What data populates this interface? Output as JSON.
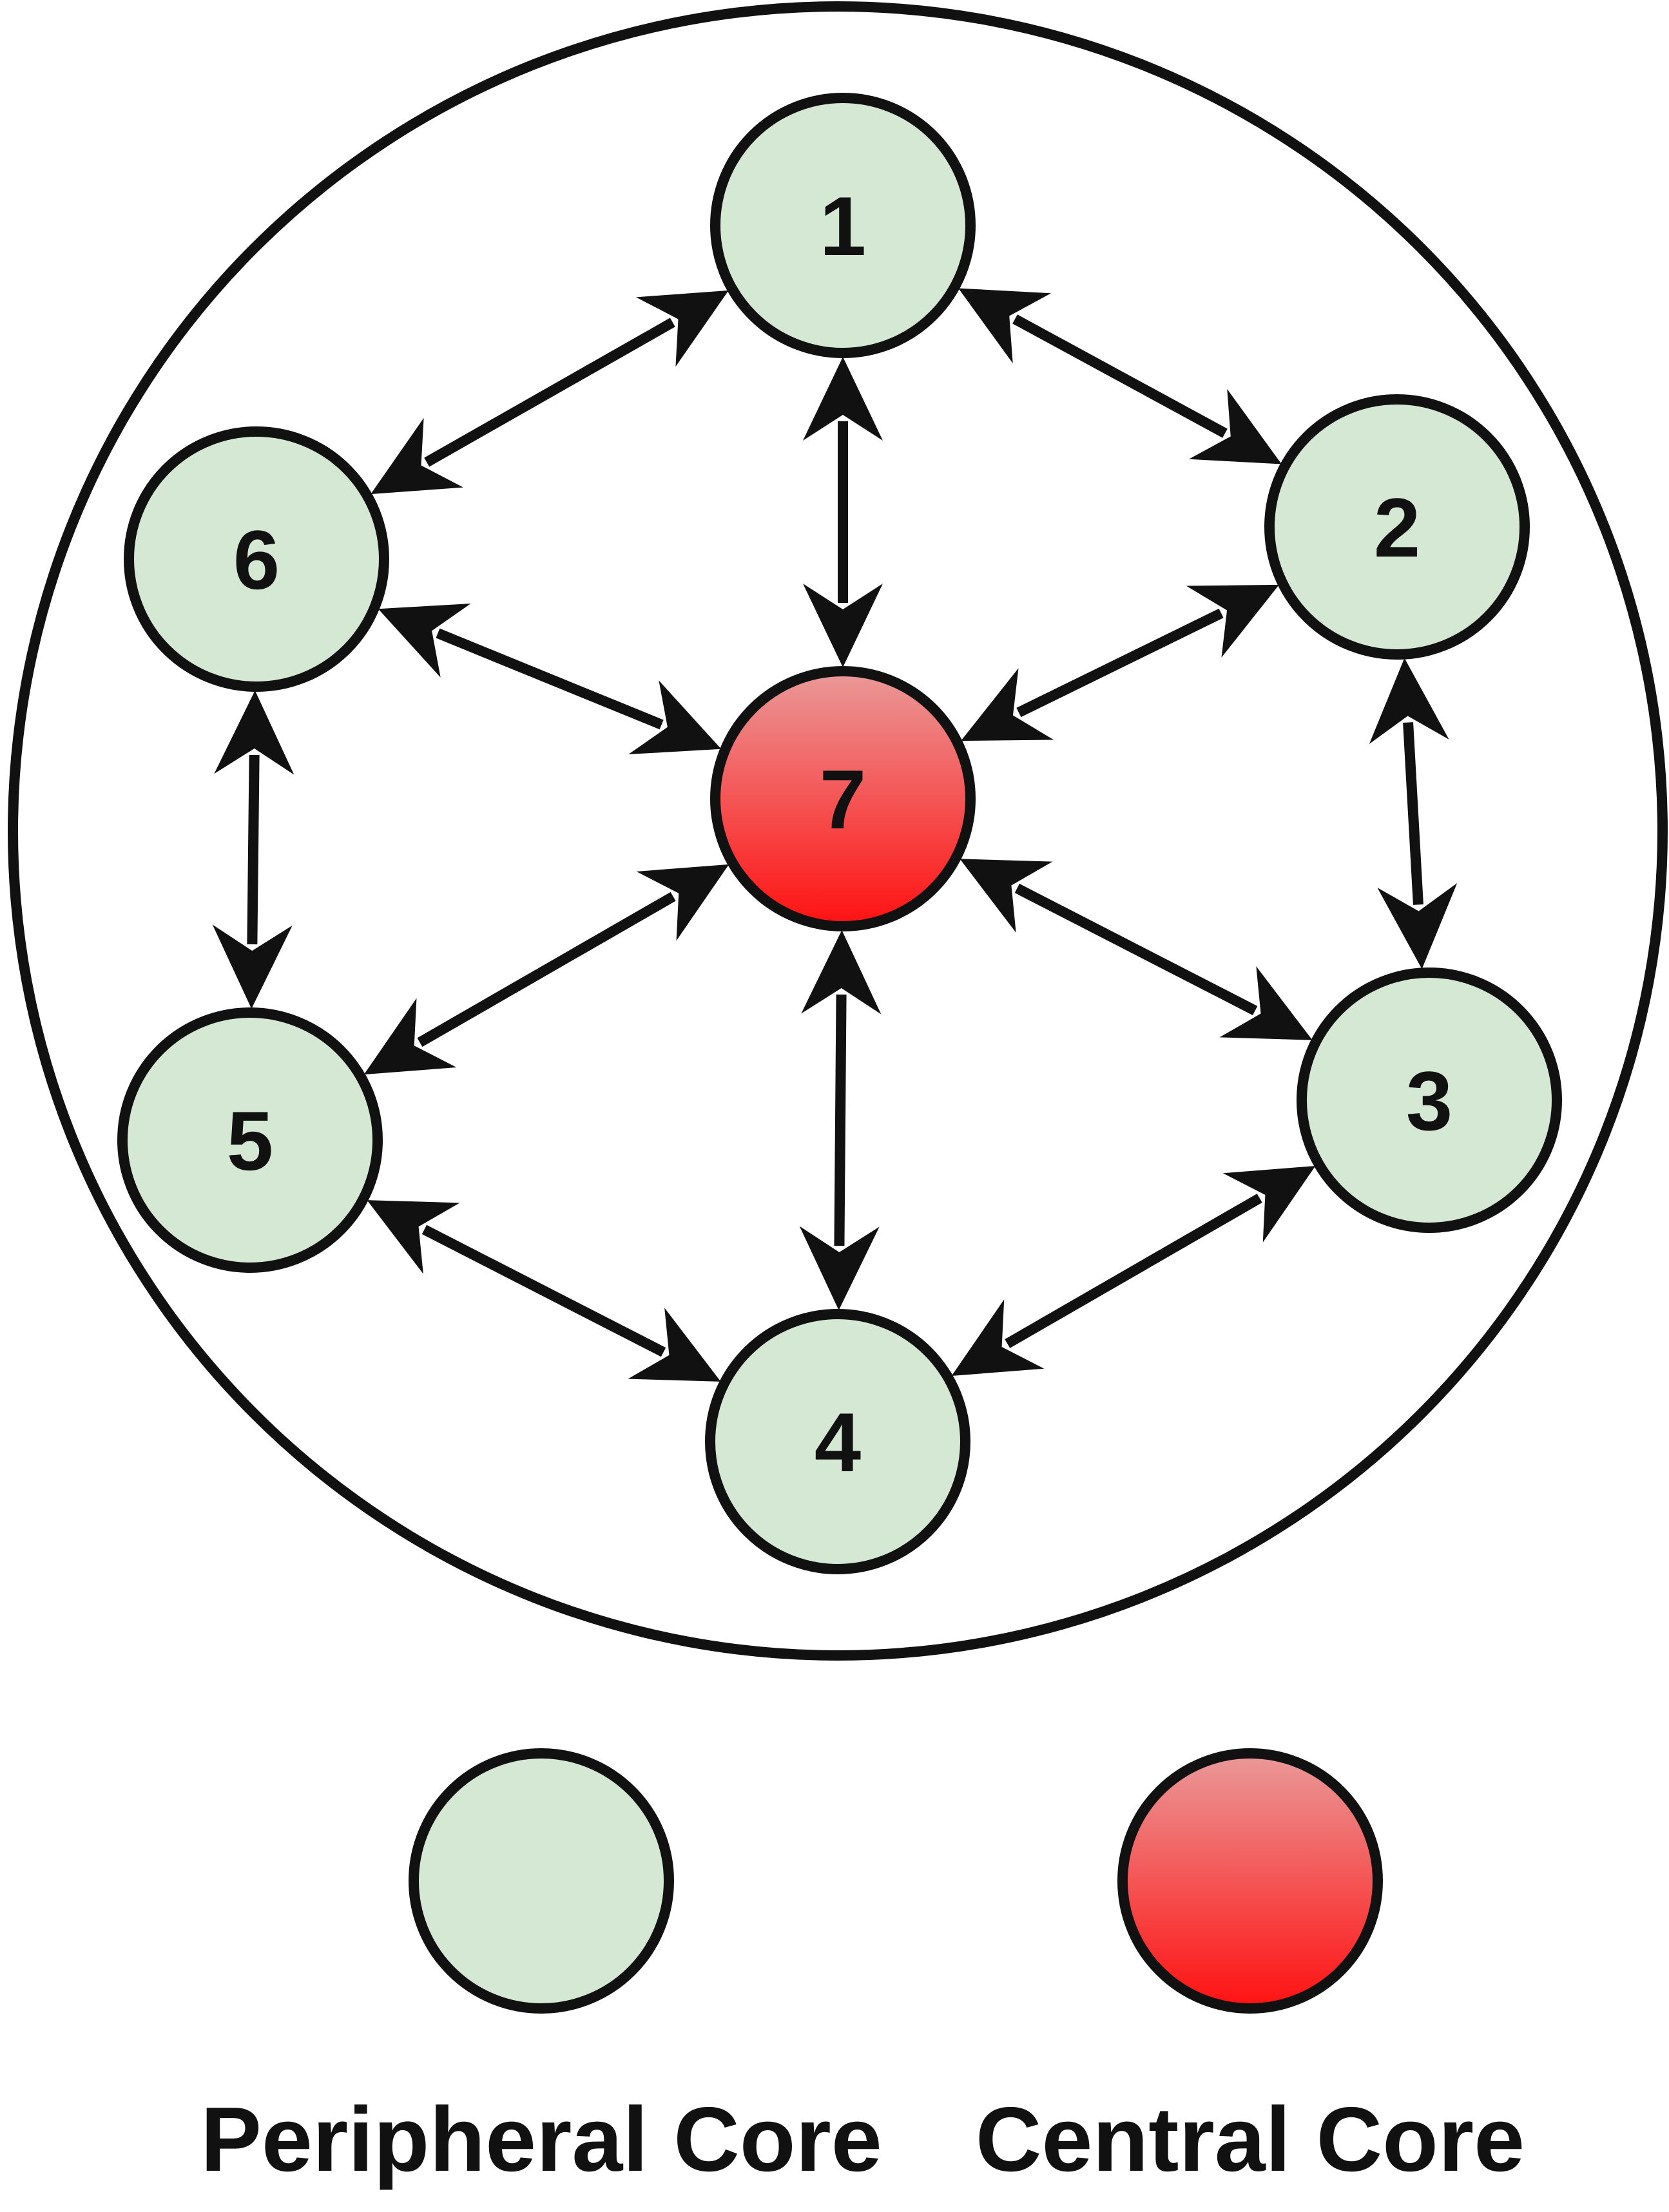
{
  "diagram": {
    "nodes": [
      {
        "id": "1",
        "label": "1",
        "kind": "peripheral"
      },
      {
        "id": "2",
        "label": "2",
        "kind": "peripheral"
      },
      {
        "id": "3",
        "label": "3",
        "kind": "peripheral"
      },
      {
        "id": "4",
        "label": "4",
        "kind": "peripheral"
      },
      {
        "id": "5",
        "label": "5",
        "kind": "peripheral"
      },
      {
        "id": "6",
        "label": "6",
        "kind": "peripheral"
      },
      {
        "id": "7",
        "label": "7",
        "kind": "central"
      }
    ],
    "edges": [
      {
        "from": "1",
        "to": "2",
        "direction": "bidirectional"
      },
      {
        "from": "2",
        "to": "3",
        "direction": "bidirectional"
      },
      {
        "from": "3",
        "to": "4",
        "direction": "bidirectional"
      },
      {
        "from": "4",
        "to": "5",
        "direction": "bidirectional"
      },
      {
        "from": "5",
        "to": "6",
        "direction": "bidirectional"
      },
      {
        "from": "6",
        "to": "1",
        "direction": "bidirectional"
      },
      {
        "from": "7",
        "to": "1",
        "direction": "bidirectional"
      },
      {
        "from": "7",
        "to": "2",
        "direction": "bidirectional"
      },
      {
        "from": "7",
        "to": "3",
        "direction": "bidirectional"
      },
      {
        "from": "7",
        "to": "4",
        "direction": "bidirectional"
      },
      {
        "from": "7",
        "to": "5",
        "direction": "bidirectional"
      },
      {
        "from": "7",
        "to": "6",
        "direction": "bidirectional"
      }
    ],
    "legend": {
      "peripheral_label": "Peripheral Core",
      "central_label": "Central Core"
    },
    "colors": {
      "peripheral_fill": "#d5e8d4",
      "central_fill_top": "#ea9999",
      "central_fill_bottom": "#ff1111",
      "stroke": "#111111"
    }
  }
}
